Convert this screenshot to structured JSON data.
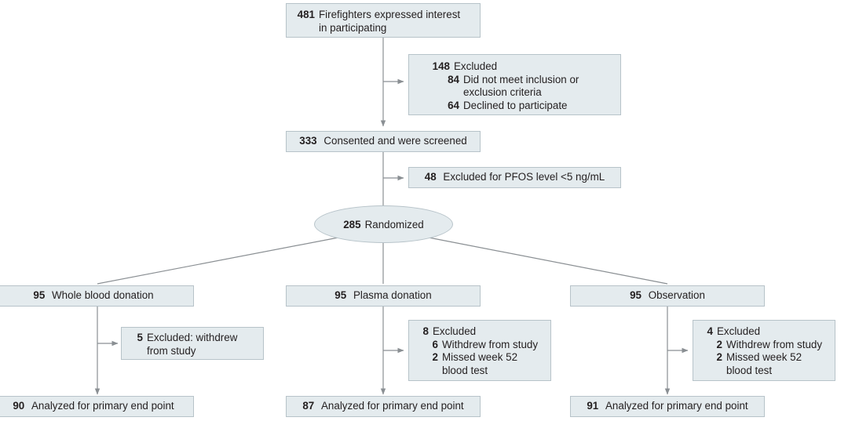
{
  "diagram": {
    "title": "CONSORT participant flow diagram",
    "colors": {
      "box_fill": "#e4ebee",
      "box_border": "#b7c3c9",
      "connector": "#8a8f93",
      "text": "#231f20"
    }
  },
  "nodes": {
    "interest": {
      "count": "481",
      "line1": "Firefighters expressed interest",
      "line2": "in participating"
    },
    "excluded_screening": {
      "count": "148",
      "label": "Excluded",
      "items": [
        {
          "count": "84",
          "label": "Did not meet inclusion or exclusion criteria"
        },
        {
          "count": "64",
          "label": "Declined to participate"
        }
      ]
    },
    "consented": {
      "count": "333",
      "label": "Consented and were screened"
    },
    "excluded_pfos": {
      "count": "48",
      "label": "Excluded for PFOS level <5 ng/mL"
    },
    "randomized": {
      "count": "285",
      "label": "Randomized"
    },
    "arm_whole_blood": {
      "count": "95",
      "label": "Whole blood donation"
    },
    "arm_plasma": {
      "count": "95",
      "label": "Plasma donation"
    },
    "arm_observation": {
      "count": "95",
      "label": "Observation"
    },
    "excluded_whole_blood": {
      "count": "5",
      "line1": "Excluded: withdrew",
      "line2": "from study"
    },
    "excluded_plasma": {
      "count": "8",
      "label": "Excluded",
      "items": [
        {
          "count": "6",
          "label": "Withdrew from study"
        },
        {
          "count": "2",
          "label": "Missed week 52 blood test"
        }
      ]
    },
    "excluded_observation": {
      "count": "4",
      "label": "Excluded",
      "items": [
        {
          "count": "2",
          "label": "Withdrew from study"
        },
        {
          "count": "2",
          "label": "Missed week 52 blood test"
        }
      ]
    },
    "analyzed_whole_blood": {
      "count": "90",
      "label": "Analyzed for primary end point"
    },
    "analyzed_plasma": {
      "count": "87",
      "label": "Analyzed for primary end point"
    },
    "analyzed_observation": {
      "count": "91",
      "label": "Analyzed for primary end point"
    }
  }
}
